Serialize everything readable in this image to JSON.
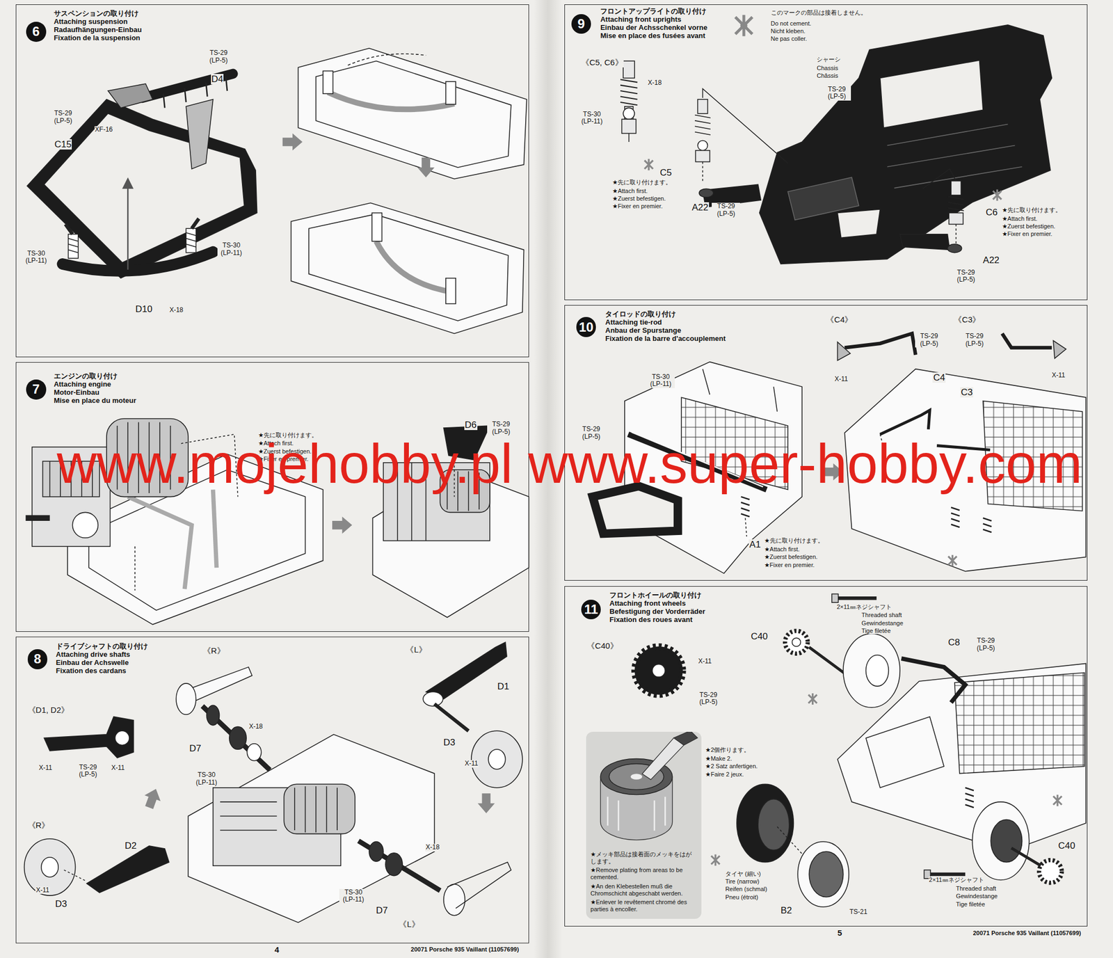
{
  "diagram": {
    "nodes": [
      {
        "text": [
          "サスペンションの取り付け",
          "Attaching suspension",
          "Radaufhängungen-Einbau",
          "Fixation de la suspension"
        ]
      },
      {
        "text": [
          "6"
        ],
        "in": 0
      },
      {
        "text": [
          "エンジンの取り付け",
          "Attaching engine",
          "Motor-Einbau",
          "Mise en place du moteur"
        ]
      },
      {
        "text": [
          "7"
        ],
        "in": 2
      },
      {
        "text": [
          "ドライブシャフトの取り付け",
          "Attaching drive shafts",
          "Einbau der Achswelle",
          "Fixation des cardans"
        ]
      },
      {
        "text": [
          "8"
        ],
        "in": 4
      },
      {
        "text": [
          "フロントアップライトの取り付け",
          "Attaching front uprights",
          "Einbau der Achsschenkel vorne",
          "Mise en place des fusées avant"
        ]
      },
      {
        "text": [
          "9"
        ],
        "in": 6
      },
      {
        "text": [
          "タイロッドの取り付け",
          "Attaching tie-rod",
          "Anbau der Spurstange",
          "Fixation de la barre d'accouplement"
        ]
      },
      {
        "text": [
          "10"
        ],
        "in": 8
      },
      {
        "text": [
          "フロントホイールの取り付け",
          "Attaching front wheels",
          "Befestigung der Vorderräder",
          "Fixation des roues avant"
        ]
      },
      {
        "text": [
          "11"
        ],
        "in": 10
      },
      {
        "text": [
          "★メッキ部品は接着面のメッキをはがします。",
          "★Remove plating from areas to be cemented.",
          "★An den Klebestellen muß die Chromschicht abgeschabt werden.",
          "★Enlever le revêtement chromé des parties à encoller."
        ],
        "in": 10
      }
    ],
    "labels": [
      "TS-29 (LP-5)",
      "D4",
      "TS-29 (LP-5)",
      "XF-16",
      "C15",
      "TS-30 (LP-11)",
      "TS-30 (LP-11)",
      "D10",
      "X-18",
      "★先に取り付けます。",
      "★Attach first.",
      "★Zuerst befestigen.",
      "★Fixer en premier.",
      "D6",
      "TS-29 (LP-5)",
      "《R》",
      "《L》",
      "《D1, D2》",
      "X-11",
      "TS-29 (LP-5)",
      "X-11",
      "X-18",
      "D7",
      "TS-30 (LP-11)",
      "D1",
      "D3",
      "X-11",
      "《R》",
      "D2",
      "X-11",
      "D3",
      "X-18",
      "TS-30 (LP-11)",
      "D7",
      "《L》",
      "このマークの部品は接着しません。",
      "Do not cement.",
      "Nicht kleben.",
      "Ne pas coller.",
      "《C5, C6》",
      "X-18",
      "TS-30 (LP-11)",
      "C5",
      "★先に取り付けます。",
      "★Attach first.",
      "★Zuerst befestigen.",
      "★Fixer en premier.",
      "A22",
      "TS-29 (LP-5)",
      "シャーシ",
      "Chassis",
      "Châssis",
      "TS-29 (LP-5)",
      "C6",
      "★先に取り付けます。",
      "★Attach first.",
      "★Zuerst befestigen.",
      "★Fixer en premier.",
      "A22",
      "TS-29 (LP-5)",
      "《C4》",
      "TS-29 (LP-5)",
      "X-11",
      "《C3》",
      "TS-29 (LP-5)",
      "X-11",
      "C4",
      "C3",
      "TS-30 (LP-11)",
      "TS-29 (LP-5)",
      "A1",
      "★先に取り付けます。",
      "★Attach first.",
      "★Zuerst befestigen.",
      "★Fixer en premier.",
      "2×11㎜ネジシャフト",
      "Threaded shaft",
      "Gewindestange",
      "Tige filetée",
      "C40",
      "C8",
      "TS-29 (LP-5)",
      "《C40》",
      "X-11",
      "TS-29 (LP-5)",
      "★2個作ります。",
      "★Make 2.",
      "★2 Satz anfertigen.",
      "★Faire 2 jeux.",
      "タイヤ (細い)",
      "Tire (narrow)",
      "Reifen (schmal)",
      "Pneu (étroit)",
      "B2",
      "TS-21",
      "C40",
      "2×11㎜ネジシャフト",
      "Threaded shaft",
      "Gewindestange",
      "Tige filetée",
      "www.mojehobby.pl www.super-hobby.com",
      "4",
      "20071 Porsche 935 Vaillant (11057699)",
      "5",
      "20071 Porsche 935 Vaillant (11057699)"
    ]
  }
}
